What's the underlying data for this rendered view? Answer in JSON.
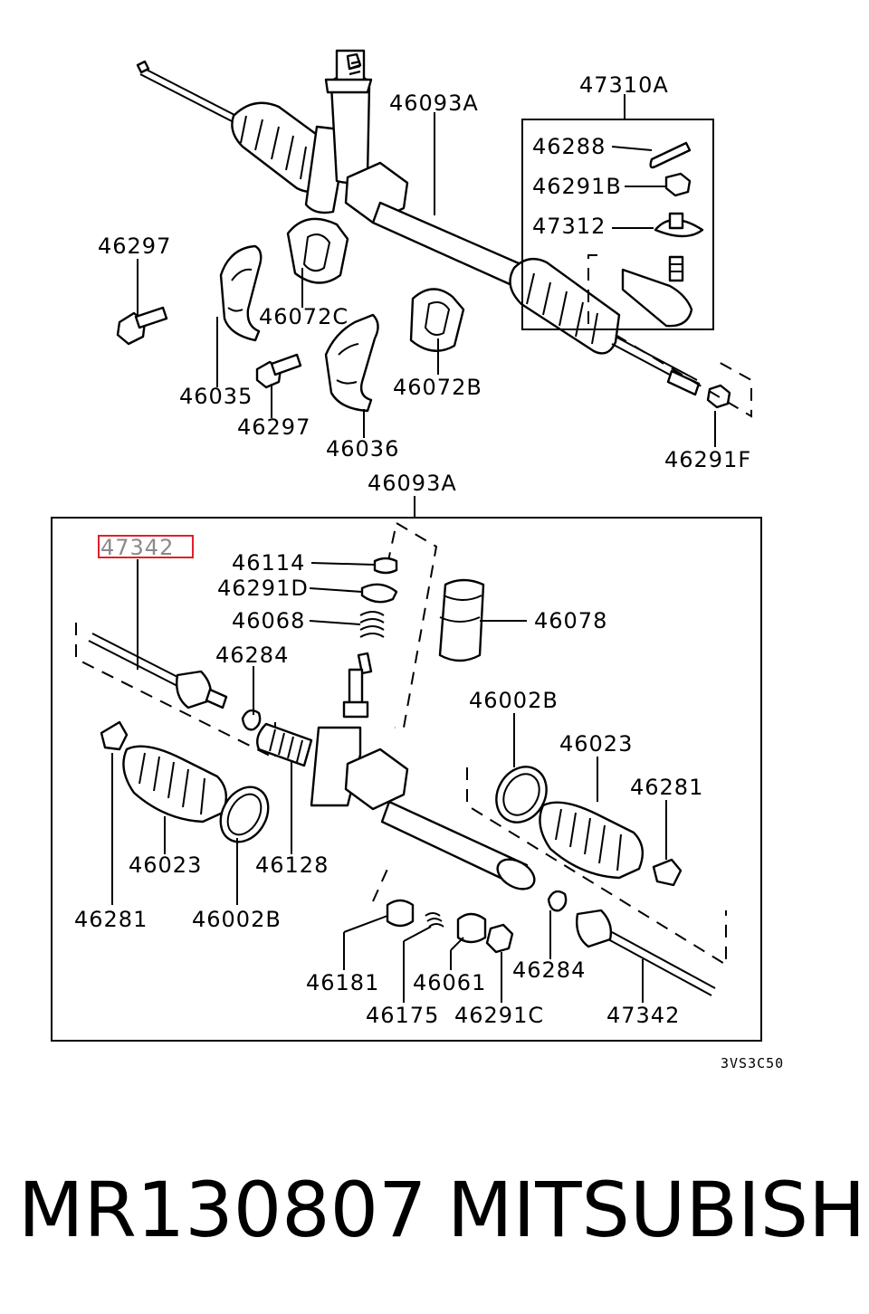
{
  "labels": {
    "rack_assembly_top": "46093A",
    "tie_rod_end_set": "47310A",
    "cotter_pin": "46288",
    "nut_b": "46291B",
    "tie_rod_end": "47312",
    "bolt_a": "46297",
    "bushing_c": "46072C",
    "clamp_left": "46035",
    "bolt_b": "46297",
    "bracket": "46036",
    "bushing_b": "46072B",
    "nut_f": "46291F",
    "rack_assembly_box": "46093A",
    "inner_tie_rod_highlight": "47342",
    "cap": "46114",
    "nut_d": "46291D",
    "spring": "46068",
    "bearing_sleeve": "46078",
    "lock_washer_left": "46284",
    "clip_left_b": "46002B",
    "boot_right": "46023",
    "clip_right": "46281",
    "boot_left": "46023",
    "rack_bushing": "46128",
    "clip_left": "46281",
    "clip_left_lower": "46002B",
    "plug": "46181",
    "adjuster_spring": "46061",
    "adjuster": "46175",
    "nut_c": "46291C",
    "lock_washer_right": "46284",
    "inner_tie_rod_right": "47342"
  },
  "diagram_code": "3VS3C50",
  "footer": {
    "part_number": "MR130807",
    "brand": "MITSUBISHI"
  },
  "colors": {
    "highlight_border": "#e0202a",
    "highlight_text": "#8a8a8a",
    "line": "#000000"
  }
}
